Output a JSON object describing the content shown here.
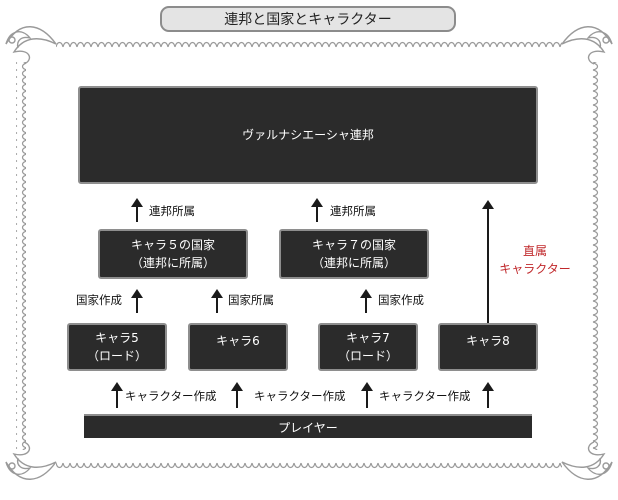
{
  "title": "連邦と国家とキャラクター",
  "federation": {
    "label": "ヴァルナシエーシャ連邦"
  },
  "nations": [
    {
      "line1": "キャラ５の国家",
      "line2": "（連邦に所属）"
    },
    {
      "line1": "キャラ７の国家",
      "line2": "（連邦に所属）"
    }
  ],
  "characters": [
    {
      "line1": "キャラ5",
      "line2": "（ロード）"
    },
    {
      "line1": "キャラ6",
      "line2": ""
    },
    {
      "line1": "キャラ7",
      "line2": "（ロード）"
    },
    {
      "line1": "キャラ8",
      "line2": ""
    }
  ],
  "player": {
    "label": "プレイヤー"
  },
  "arrow_labels": {
    "federation_membership_1": "連邦所属",
    "federation_membership_2": "連邦所属",
    "direct_line1": "直属",
    "direct_line2": "キャラクター",
    "nation_create_1": "国家作成",
    "nation_membership": "国家所属",
    "nation_create_2": "国家作成",
    "char_create_1": "キャラクター作成",
    "char_create_2": "キャラクター作成",
    "char_create_3": "キャラクター作成"
  },
  "colors": {
    "box_fill": "#2b2b2b",
    "box_border": "#8e8e8e",
    "accent_red": "#c0282b",
    "frame": "#9a9a9a"
  }
}
